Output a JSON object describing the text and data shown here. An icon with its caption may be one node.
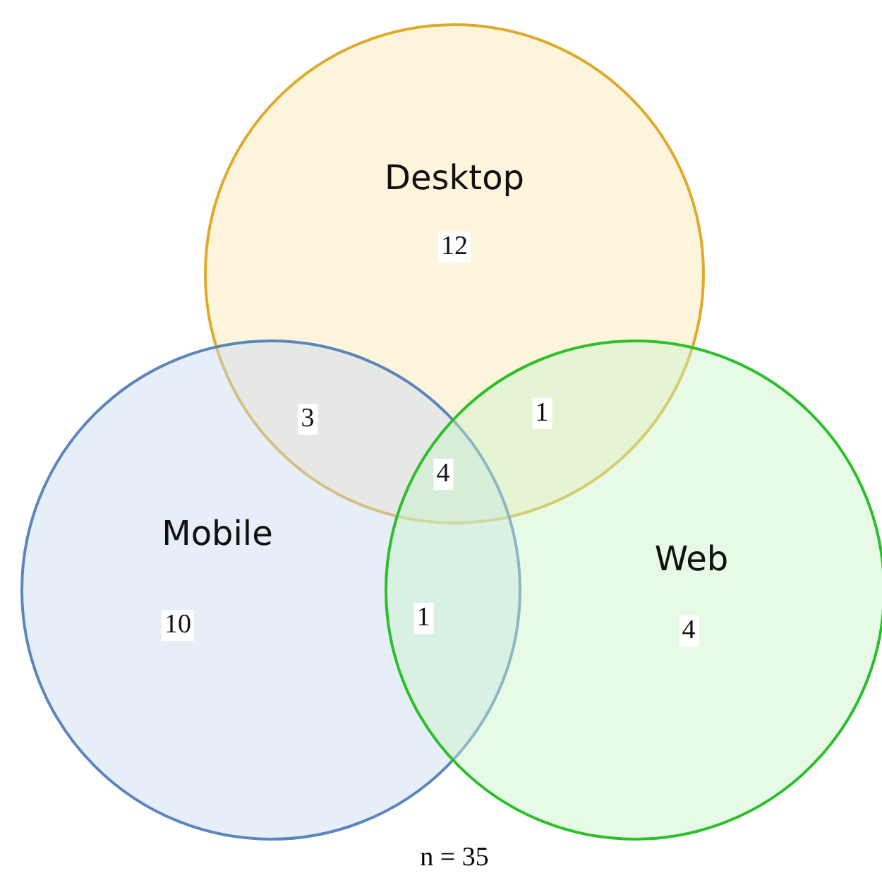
{
  "diagram": {
    "caption": "n = 35",
    "nodes": [
      {
        "text": [
          "Desktop",
          "12"
        ]
      },
      {
        "text": [
          "Mobile",
          "10"
        ]
      },
      {
        "text": [
          "Web",
          "4"
        ]
      }
    ],
    "edges": [],
    "labels": [
      "3",
      "1",
      "4",
      "1"
    ]
  }
}
